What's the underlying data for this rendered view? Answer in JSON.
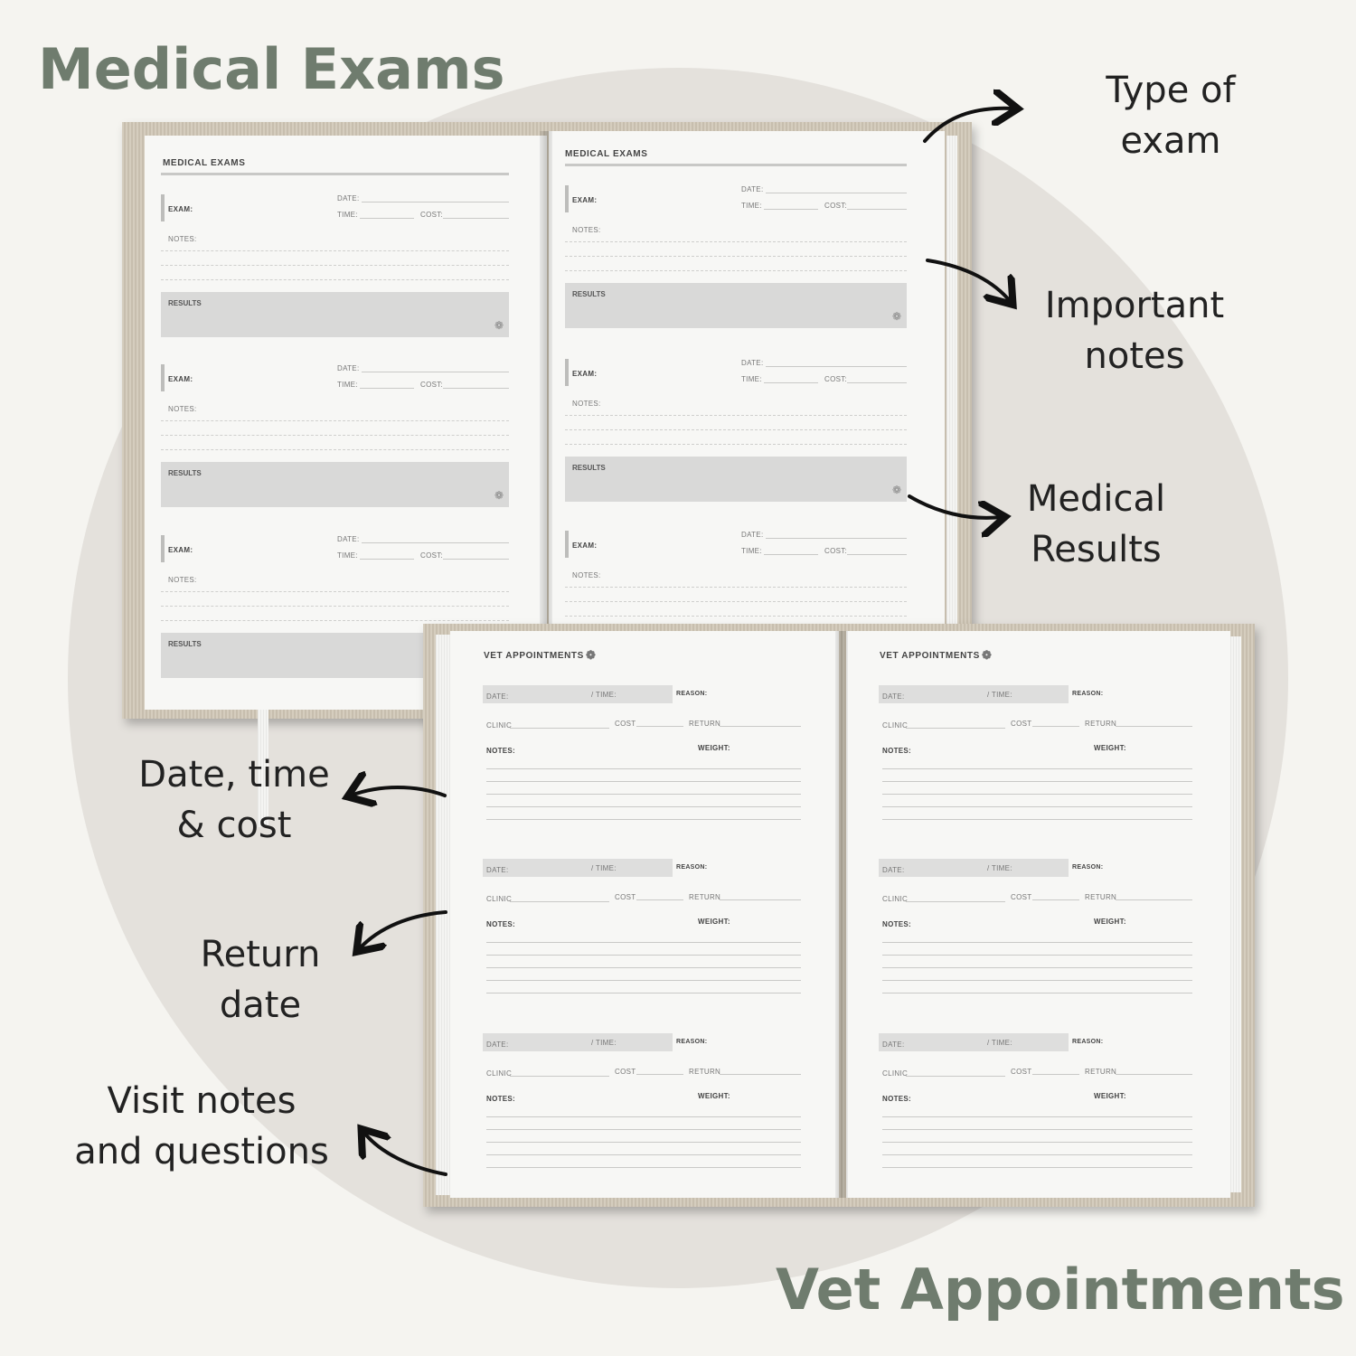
{
  "headings": {
    "top": "Medical Exams",
    "bottom": "Vet Appointments"
  },
  "callouts": {
    "type_of_exam": [
      "Type of",
      "exam"
    ],
    "important_notes": [
      "Important",
      "notes"
    ],
    "medical_results": [
      "Medical",
      "Results"
    ],
    "date_time_cost": [
      "Date, time",
      "& cost"
    ],
    "return_date": [
      "Return",
      "date"
    ],
    "visit_notes": [
      "Visit notes",
      "and questions"
    ]
  },
  "medical_exams_page": {
    "title": "MEDICAL EXAMS",
    "exam_label": "EXAM:",
    "date_label": "DATE:",
    "time_label": "TIME:",
    "cost_label": "COST:",
    "notes_label": "NOTES:",
    "results_label": "RESULTS",
    "paw_icon": "paw-icon"
  },
  "vet_appointments_page": {
    "title": "VET APPOINTMENTS",
    "date_label": "DATE:",
    "time_label": "/ TIME:",
    "reason_label": "REASON:",
    "clinic_label": "CLINIC",
    "cost_label": "COST",
    "return_label": "RETURN",
    "notes_label": "NOTES:",
    "weight_label": "WEIGHT:",
    "paw_icon": "paw-icon"
  },
  "colors": {
    "heading": "#6f7c6e",
    "circle": "#e4e1dc",
    "cover": "#cfc6b5"
  }
}
